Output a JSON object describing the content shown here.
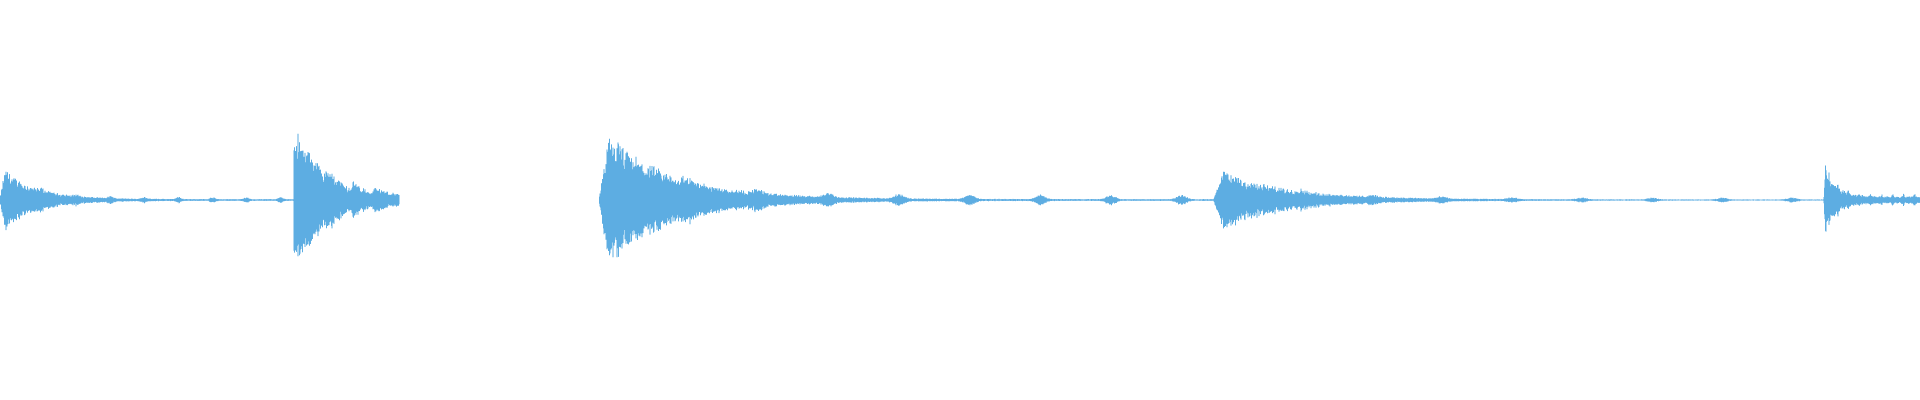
{
  "waveform": {
    "color": "#5dade2",
    "background": "#ffffff",
    "normalized_amplitude_range": [
      -1,
      1
    ],
    "baseline_amplitude": 0,
    "segments": [
      {
        "start": 0.0,
        "end": 0.155,
        "envelope": "decay",
        "peak": 0.45,
        "floor": 0.012
      },
      {
        "start": 0.153,
        "end": 0.208,
        "envelope": "burst",
        "peak": 0.95,
        "floor": 0.015
      },
      {
        "start": 0.312,
        "end": 0.634,
        "envelope": "decay",
        "peak": 0.93,
        "floor": 0.012
      },
      {
        "start": 0.632,
        "end": 0.952,
        "envelope": "decay",
        "peak": 0.42,
        "floor": 0.008
      },
      {
        "start": 0.95,
        "end": 1.0,
        "envelope": "decay",
        "peak": 0.55,
        "floor": 0.05
      }
    ],
    "silences": [
      {
        "start": 0.208,
        "end": 0.312
      }
    ]
  }
}
